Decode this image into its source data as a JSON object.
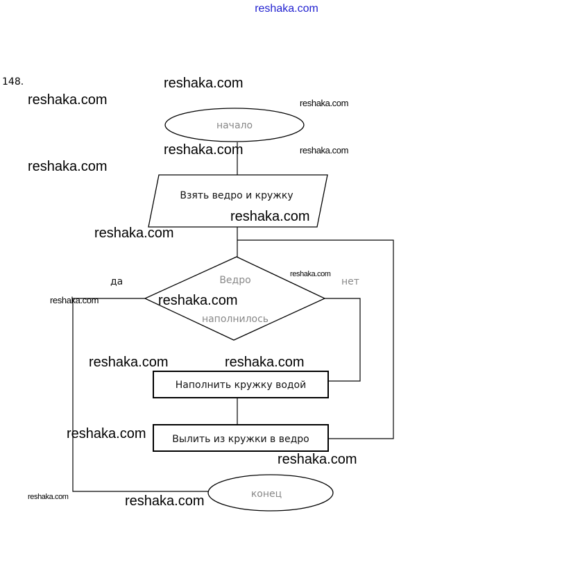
{
  "header_watermark": "reshaka.com",
  "problem_number": "148.",
  "flowchart": {
    "start": "начало",
    "input": "Взять ведро и кружку",
    "decision_line1": "Ведро",
    "decision_line2": "наполнилось",
    "yes_label": "да",
    "no_label": "нет",
    "process1": "Наполнить кружку водой",
    "process2": "Вылить из кружки в ведро",
    "end": "конец"
  },
  "watermarks": [
    "reshaka.com",
    "reshaka.com",
    "reshaka.com",
    "reshaka.com",
    "reshaka.com",
    "reshaka.com",
    "reshaka.com",
    "reshaka.com",
    "reshaka.com",
    "reshaka.com",
    "reshaka.com",
    "reshaka.com",
    "reshaka.com",
    "reshaka.com",
    "reshaka.com",
    "reshaka.com",
    "reshaka.com"
  ]
}
